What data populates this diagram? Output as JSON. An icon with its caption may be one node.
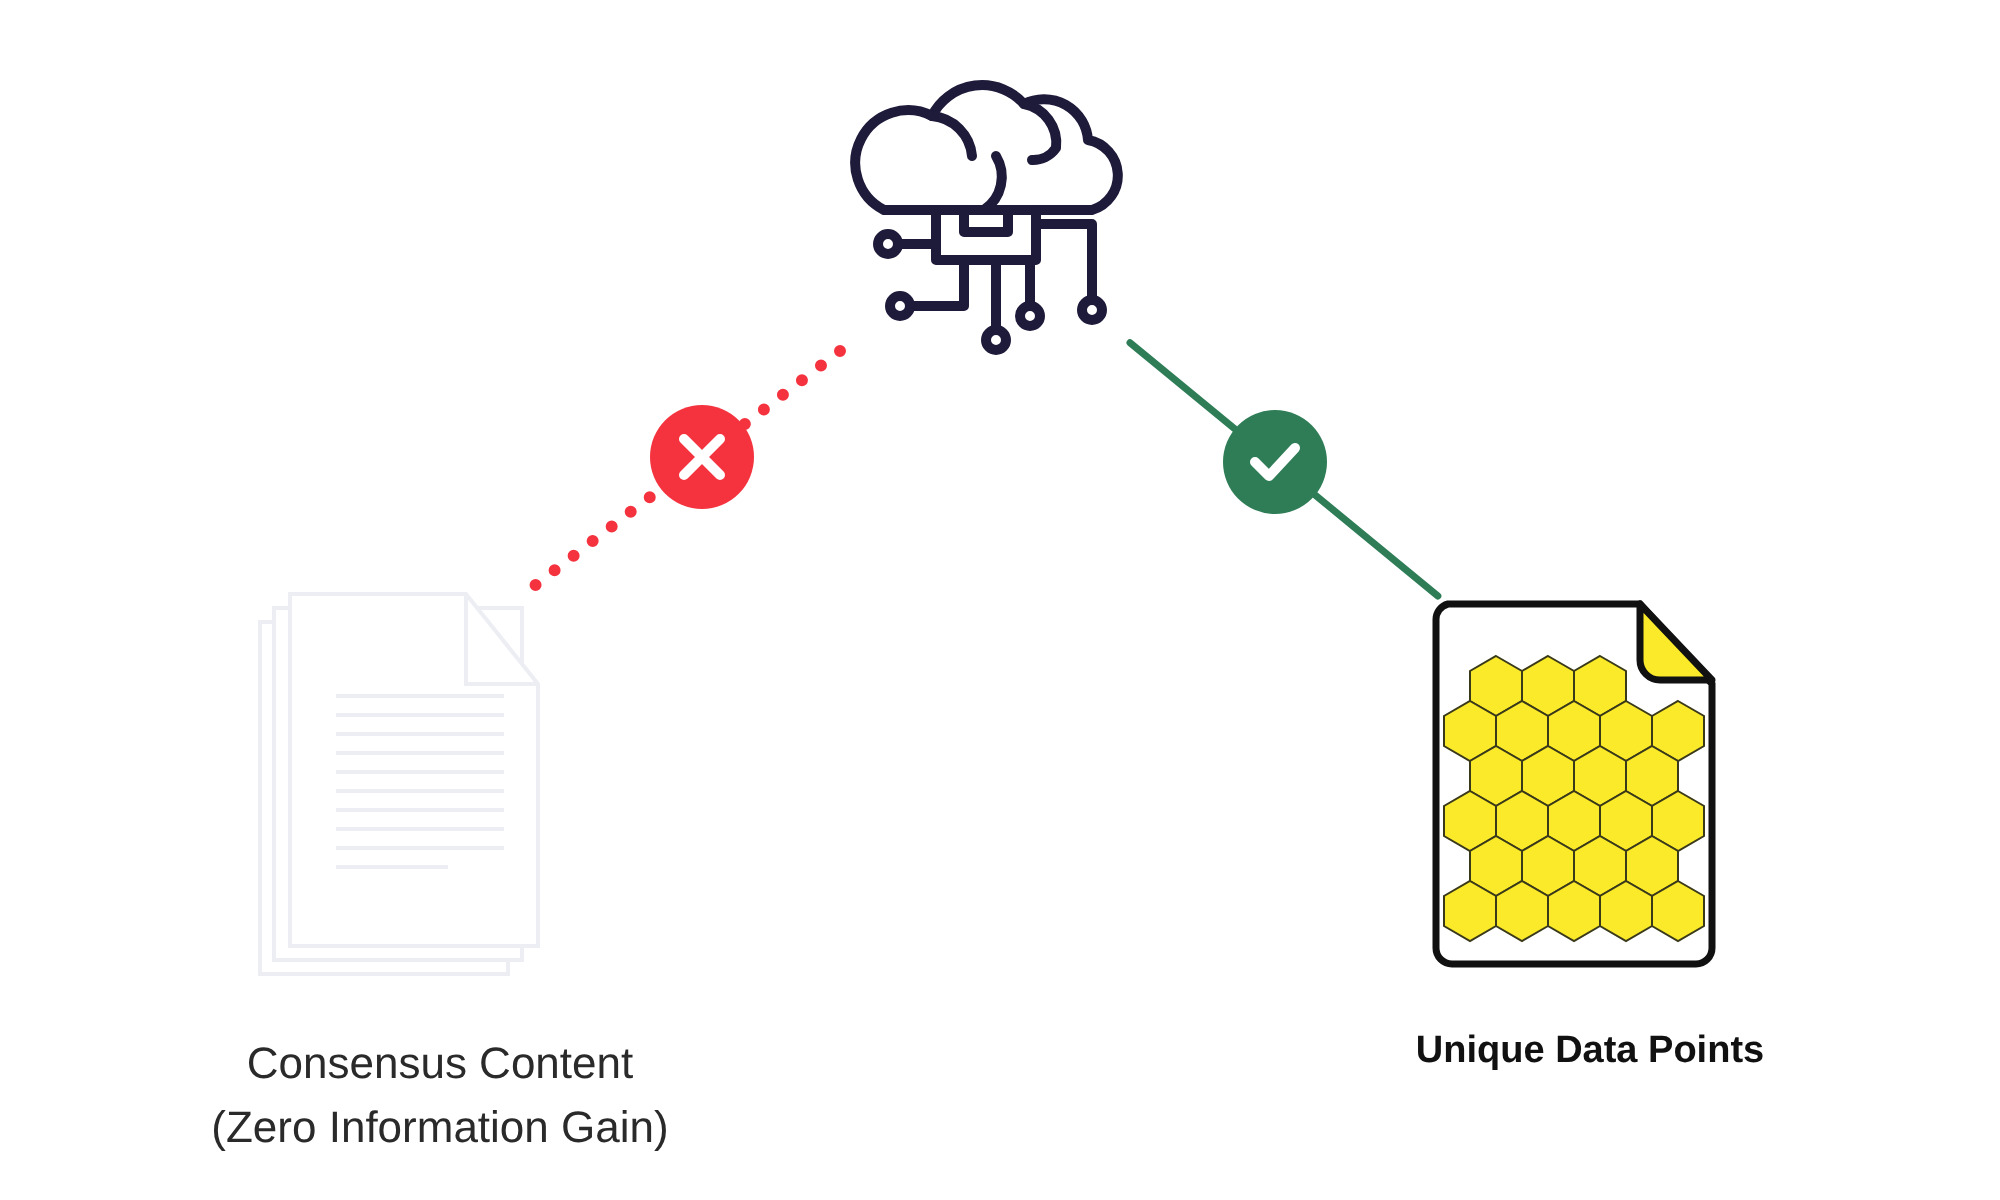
{
  "diagram": {
    "nodes": [
      {
        "text": [],
        "shape": "picture"
      },
      {
        "text": [
          "Consensus Content (Zero Information Gain)"
        ]
      },
      {
        "text": [
          "Unique Data Points"
        ]
      }
    ],
    "edges": [
      {
        "from": 0,
        "to": 1,
        "arrow": "none",
        "style": "dashed",
        "color": "#f5333f"
      },
      {
        "from": 0,
        "to": 2,
        "arrow": "none",
        "color": "#2e7d57"
      }
    ]
  }
}
